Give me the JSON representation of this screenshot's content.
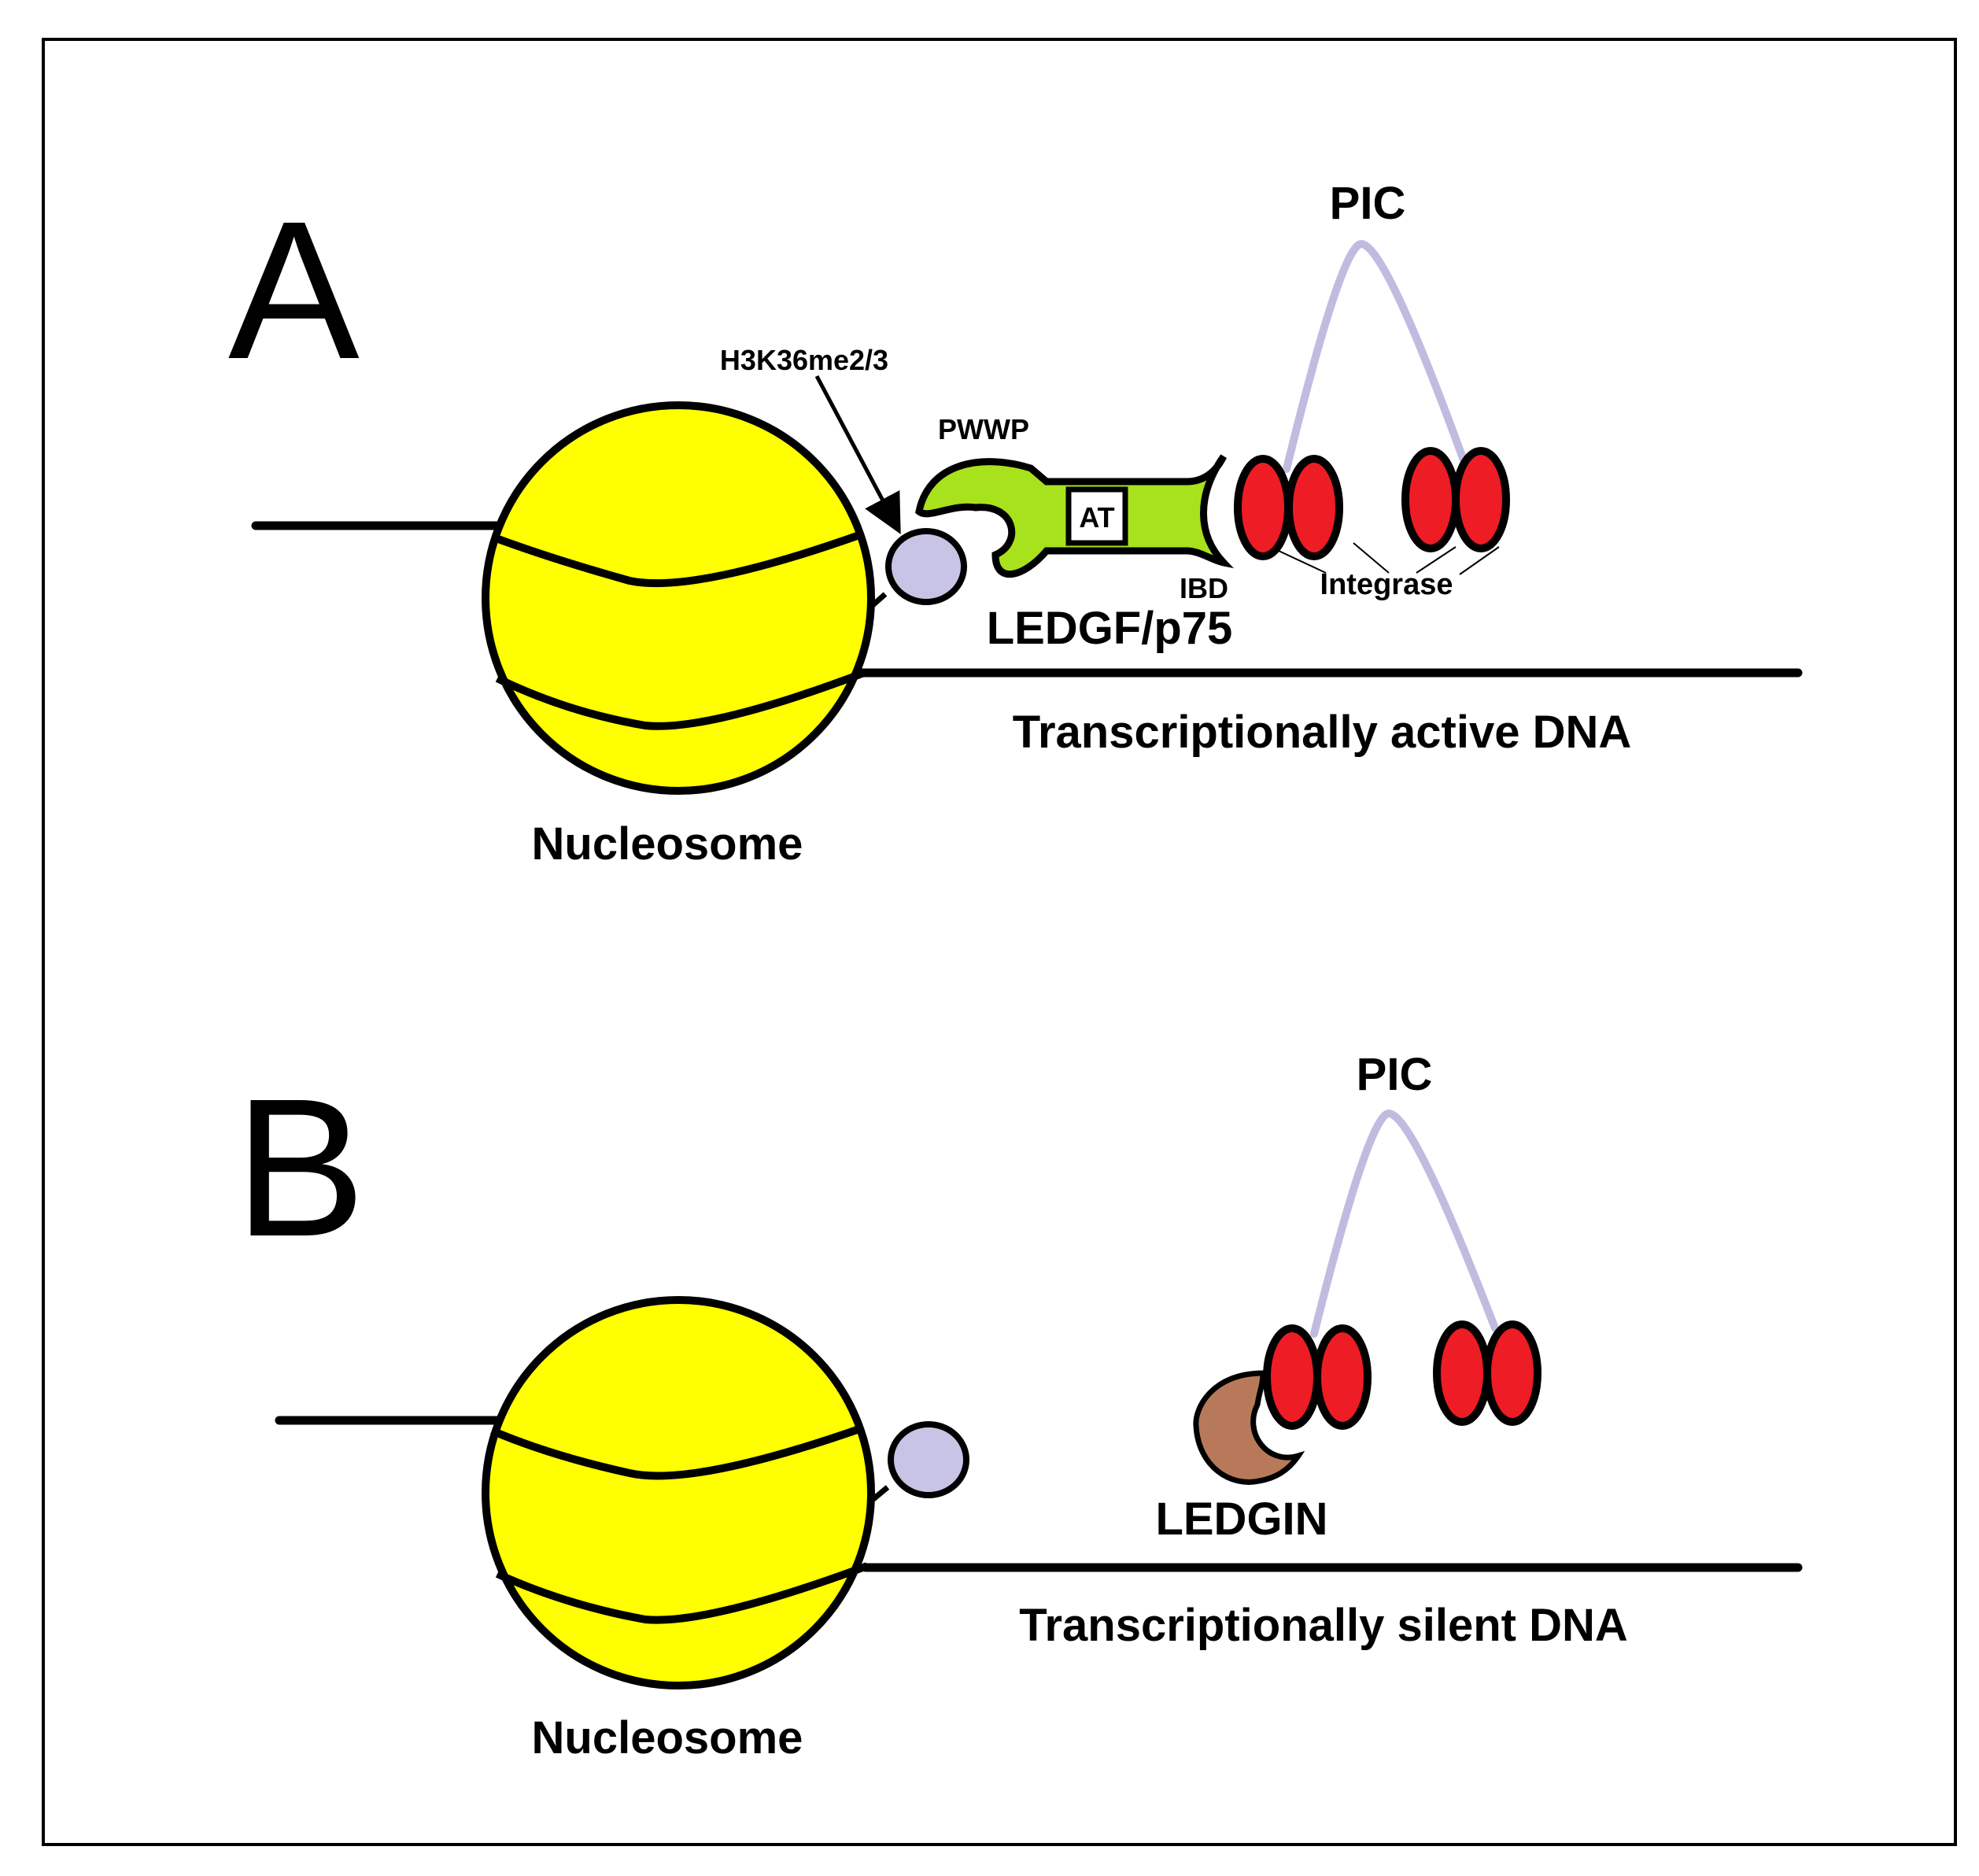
{
  "colors": {
    "nucleosome": "#ffff00",
    "histone_mark": "#c8c4e6",
    "ledgf": "#a8e21c",
    "integrase": "#ee1c24",
    "pic_link": "#c0bce0",
    "ledgin": "#b8795a",
    "outline": "#000000"
  },
  "panel_a": {
    "letter": "A",
    "histone_mark_label": "H3K36me2/3",
    "pwwp_label": "PWWP",
    "at_label": "AT",
    "ibd_label": "IBD",
    "ledgf_label": "LEDGF/p75",
    "pic_label": "PIC",
    "integrase_label": "Integrase",
    "dna_label": "Transcriptionally active DNA",
    "nucleosome_label": "Nucleosome"
  },
  "panel_b": {
    "letter": "B",
    "pic_label": "PIC",
    "ledgin_label": "LEDGIN",
    "dna_label": "Transcriptionally silent DNA",
    "nucleosome_label": "Nucleosome"
  }
}
